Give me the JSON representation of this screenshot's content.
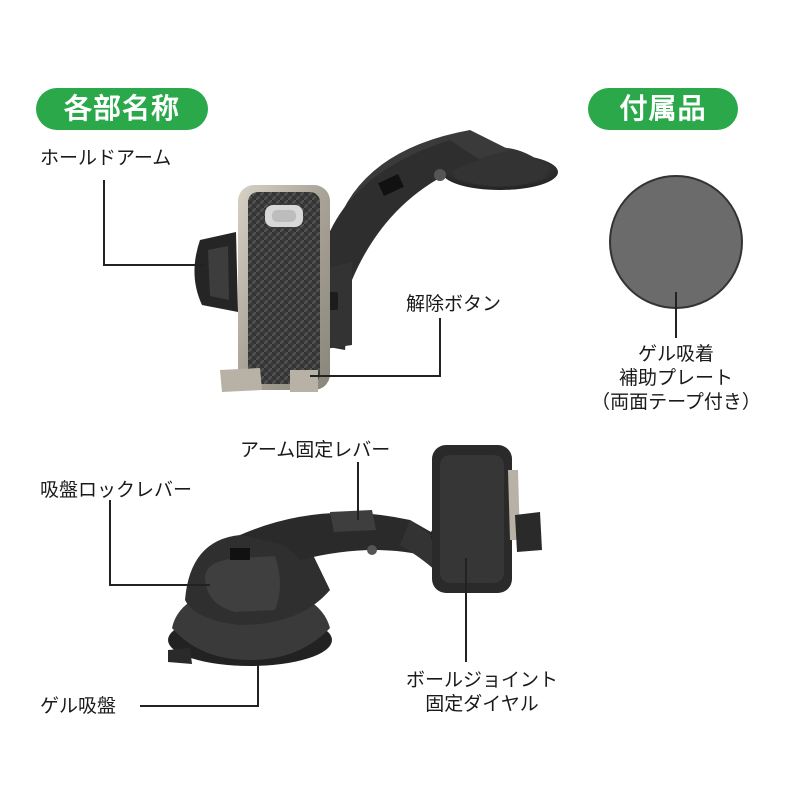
{
  "headers": {
    "parts": "各部名称",
    "accessories": "付属品"
  },
  "labels": {
    "hold_arm": "ホールドアーム",
    "release_button": "解除ボタン",
    "arm_lock_lever": "アーム固定レバー",
    "suction_lock_lever": "吸盤ロックレバー",
    "gel_suction": "ゲル吸盤",
    "ball_joint_line1": "ボールジョイント",
    "ball_joint_line2": "固定ダイヤル",
    "plate_line1": "ゲル吸着",
    "plate_line2": "補助プレート",
    "plate_line3": "（両面テープ付き）"
  },
  "colors": {
    "accent": "#2aa84a",
    "plate": "#6b6b6b",
    "device_dark": "#2a2a2a",
    "device_mid": "#3c3c3c",
    "frame_metal": "#b8b2a6"
  }
}
